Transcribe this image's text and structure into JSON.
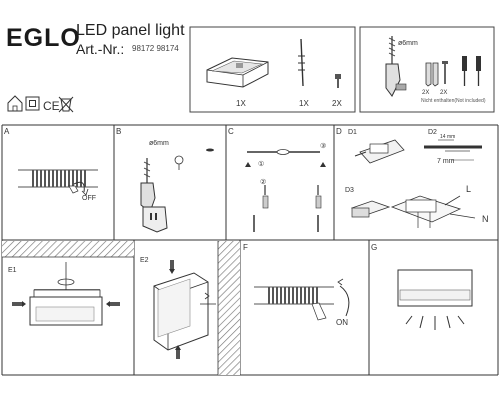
{
  "header": {
    "brand": "EGLO",
    "product": "LED panel light",
    "art_label": "Art.-Nr.:",
    "art_numbers": "98172 98174"
  },
  "contents": {
    "qty_housing": "1X",
    "qty_cable": "1X",
    "qty_screw": "2X"
  },
  "tools": {
    "drill": "ø6mm",
    "qty_dowel": "2X",
    "qty_screw": "2X",
    "note": "Nicht enthalten(Not included)"
  },
  "steps": {
    "a": "A",
    "b": "B",
    "c": "C",
    "d": "D",
    "e": "E",
    "f": "F",
    "g": "G",
    "off_label": "OFF",
    "b_drill": "ø6mm",
    "c_mark_1": "①",
    "c_mark_2": "②",
    "c_mark_3": "③",
    "d1": "D1",
    "d2": "D2",
    "d3": "D3",
    "d2_dim_14": "14 mm",
    "d2_dim_7": "7 mm",
    "d3_l": "L",
    "d3_n": "N",
    "e1": "E1",
    "e2": "E2",
    "on_label": "ON"
  }
}
